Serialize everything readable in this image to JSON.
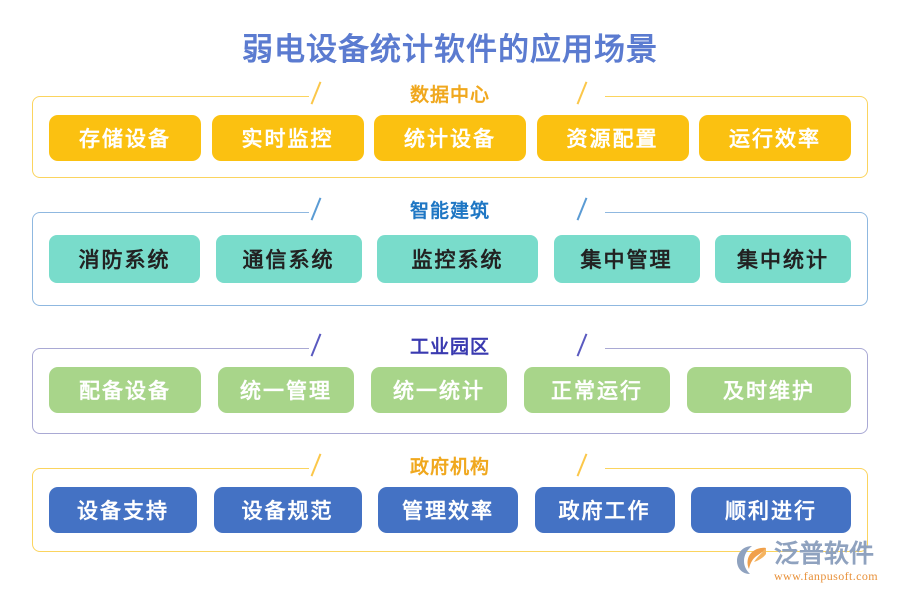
{
  "title": "弱电设备统计软件的应用场景",
  "sections": [
    {
      "caption": "数据中心",
      "accent": "#fbc111",
      "border": "#fbd45e",
      "caption_color": "#f0a81e",
      "items": [
        {
          "label": "存储设备"
        },
        {
          "label": "实时监控"
        },
        {
          "label": "统计设备"
        },
        {
          "label": "资源配置"
        },
        {
          "label": "运行效率"
        }
      ]
    },
    {
      "caption": "智能建筑",
      "accent": "#79dccb",
      "border": "#8fb8e0",
      "caption_color": "#1f77c4",
      "items": [
        {
          "label": "消防系统"
        },
        {
          "label": "通信系统"
        },
        {
          "label": "监控系统"
        },
        {
          "label": "集中管理"
        },
        {
          "label": "集中统计"
        }
      ]
    },
    {
      "caption": "工业园区",
      "accent": "#a8d58a",
      "border": "#a9a9d4",
      "caption_color": "#3a3ab0",
      "items": [
        {
          "label": "配备设备"
        },
        {
          "label": "统一管理"
        },
        {
          "label": "统一统计"
        },
        {
          "label": "正常运行"
        },
        {
          "label": "及时维护"
        }
      ]
    },
    {
      "caption": "政府机构",
      "accent": "#4472c4",
      "border": "#fbd45e",
      "caption_color": "#f0a81e",
      "items": [
        {
          "label": "设备支持"
        },
        {
          "label": "设备规范"
        },
        {
          "label": "管理效率"
        },
        {
          "label": "政府工作"
        },
        {
          "label": "顺利进行"
        }
      ]
    }
  ],
  "logo": {
    "name": "泛普软件",
    "url": "www.fanpusoft.com",
    "mark": "fanpu-swoosh-icon",
    "name_color": "#8fa2bf",
    "url_color": "#e8913a"
  }
}
